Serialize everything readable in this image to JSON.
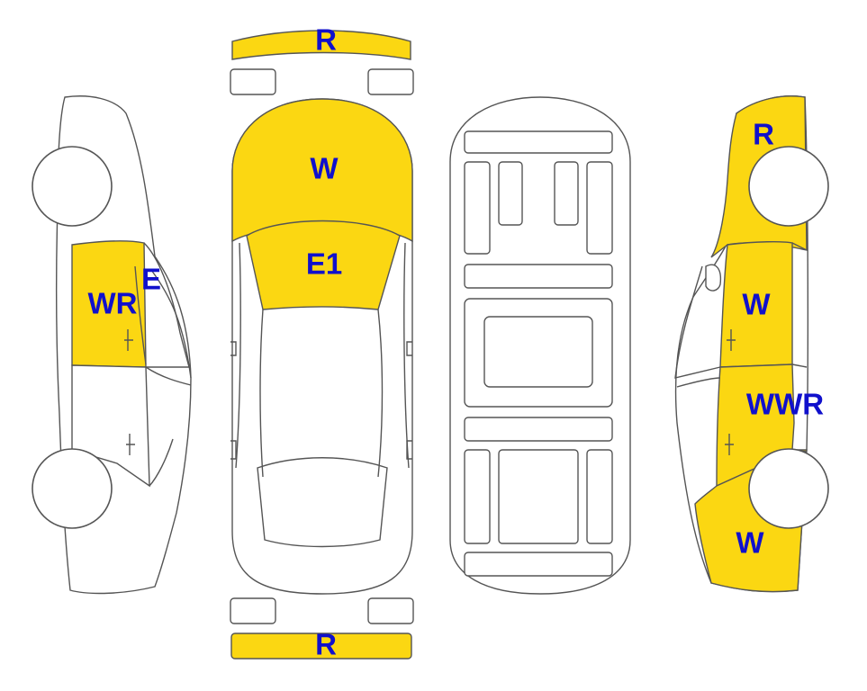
{
  "colors": {
    "highlight": "#fbd712",
    "code_text": "#1010cc",
    "outline": "#555555"
  },
  "marks": {
    "top_rear_bumper": "R",
    "top_hood": "W",
    "top_windshield": "E1",
    "top_front_bumper": "R",
    "left_rear_door": "WR",
    "left_rear_door_edge": "E",
    "right_front_fender": "R",
    "right_front_door": "W",
    "right_rear_door": "WWR",
    "right_rear_quarter": "W"
  }
}
